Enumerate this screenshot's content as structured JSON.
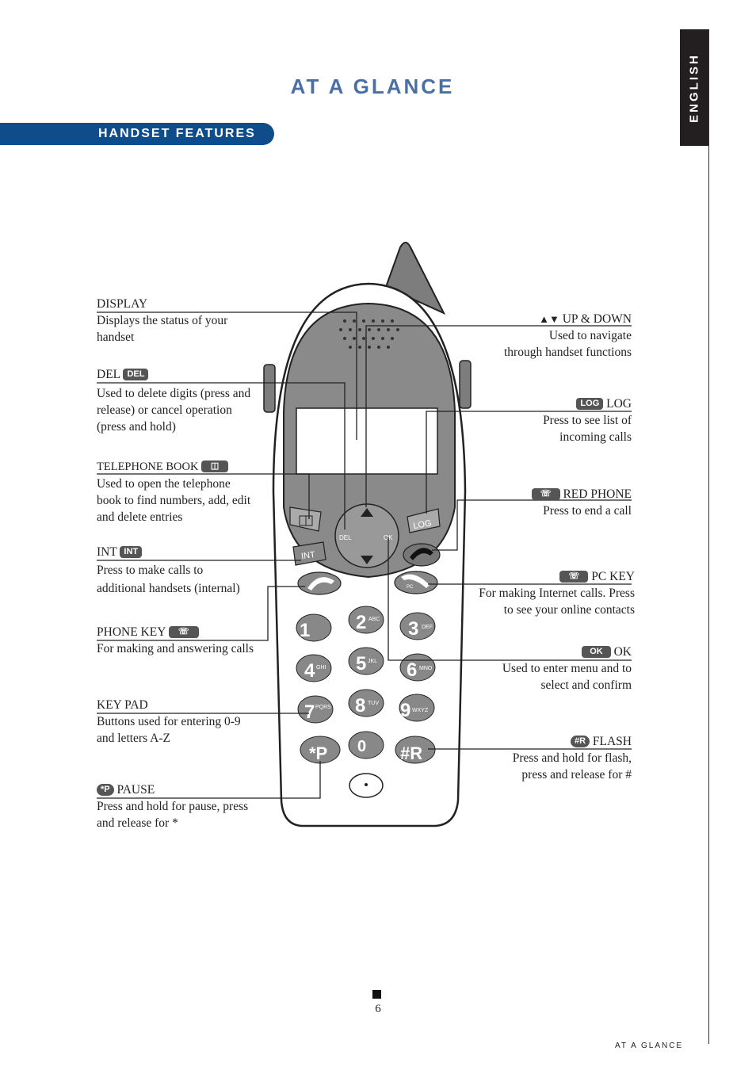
{
  "sidetab": "ENGLISH",
  "title": "AT A GLANCE",
  "banner": "HANDSET FEATURES",
  "labels": {
    "display": {
      "heading": "DISPLAY",
      "desc": "Displays the status of your handset"
    },
    "del": {
      "heading": "DEL",
      "badge": "DEL",
      "desc": "Used to delete digits (press and release) or cancel operation (press and hold)"
    },
    "book": {
      "heading": "TELEPHONE BOOK",
      "desc": "Used to open the telephone book to find numbers, add, edit and delete entries"
    },
    "int": {
      "heading": "INT",
      "badge": "INT",
      "desc1": "Press to make calls to",
      "desc2": "additional handsets (internal)"
    },
    "phone": {
      "heading": "PHONE KEY",
      "desc": "For making and answering calls"
    },
    "keypad": {
      "heading": "KEY PAD",
      "desc": "Buttons used for entering 0-9 and letters A-Z"
    },
    "pause": {
      "heading": "PAUSE",
      "badge": "*P",
      "desc": "Press and hold for pause, press and release for *"
    },
    "updown": {
      "heading": "UP & DOWN",
      "desc1": "Used to navigate",
      "desc2": "through handset functions"
    },
    "log": {
      "heading": "LOG",
      "badge": "LOG",
      "desc1": "Press to see list of",
      "desc2": "incoming calls"
    },
    "red": {
      "heading": "RED PHONE",
      "desc": "Press to end a call"
    },
    "pc": {
      "heading": "PC KEY",
      "desc1": "For making Internet calls. Press",
      "desc2": "to see your online contacts"
    },
    "ok": {
      "heading": "OK",
      "badge": "OK",
      "desc1": "Used to enter menu and to",
      "desc2": "select and confirm"
    },
    "flash": {
      "heading": "FLASH",
      "badge": "#R",
      "desc1": "Press and hold for flash,",
      "desc2": "press and release for #"
    }
  },
  "phone_keys": {
    "del": "DEL",
    "ok": "OK",
    "int": "INT",
    "log": "LOG",
    "pc": "PC",
    "k1": "1",
    "k2": "2",
    "k2s": "ABC",
    "k3": "3",
    "k3s": "DEF",
    "k4": "4",
    "k4s": "GHI",
    "k5": "5",
    "k5s": "JKL",
    "k6": "6",
    "k6s": "MNO",
    "k7": "7",
    "k7s": "PQRS",
    "k8": "8",
    "k8s": "TUV",
    "k9": "9",
    "k9s": "WXYZ",
    "kstar": "*P",
    "k0": "0",
    "khash": "#R"
  },
  "page_number": "6",
  "footer": "AT A GLANCE"
}
